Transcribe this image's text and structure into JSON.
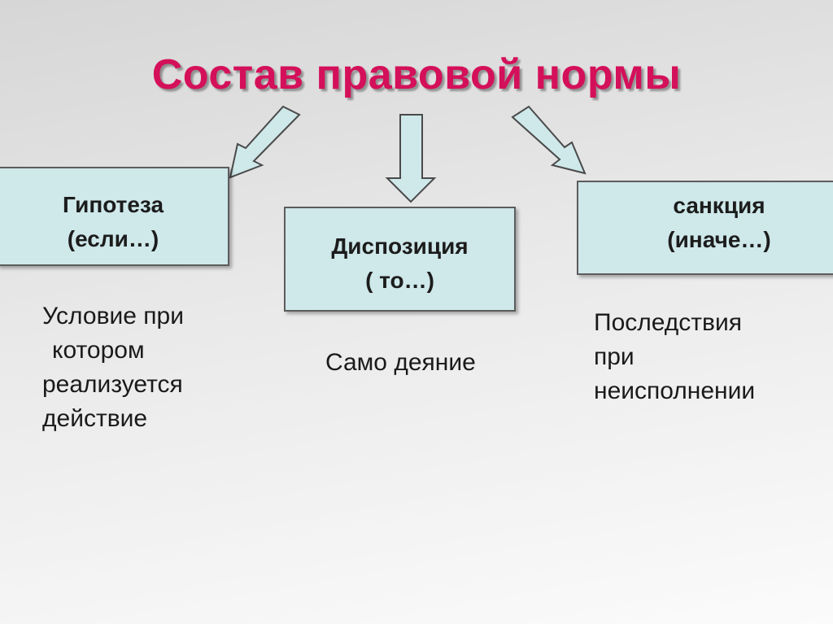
{
  "title": "Состав правовой нормы",
  "colors": {
    "title": "#d4105a",
    "box_fill": "#cfe8ea",
    "arrow_fill": "#cfe8ea",
    "border": "#5c5c5c"
  },
  "elements": [
    {
      "id": "hypothesis",
      "label": "Гипотеза",
      "sub": "(если…)",
      "description": [
        "Условие при",
        "котором",
        "реализуется",
        "действие"
      ]
    },
    {
      "id": "disposition",
      "label": "Диспозиция",
      "sub": "( то…)",
      "description": [
        "Само деяние"
      ]
    },
    {
      "id": "sanction",
      "label": "санкция",
      "sub": "(иначе…)",
      "description": [
        "Последствия",
        "при",
        "неисполнении"
      ]
    }
  ]
}
